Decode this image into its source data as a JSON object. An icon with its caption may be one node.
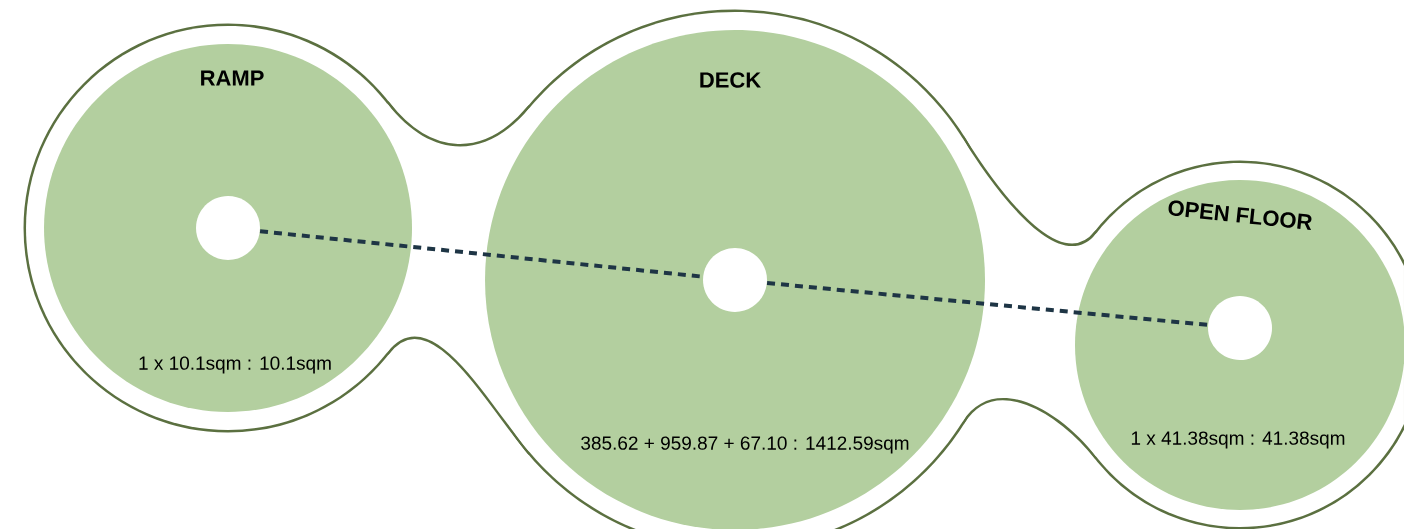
{
  "diagram": {
    "nodes": [
      {
        "text": [
          "RAMP",
          "1 x 10.1sqm : 10.1sqm"
        ]
      },
      {
        "text": [],
        "shape": "circle",
        "in": 0
      },
      {
        "text": [
          "DECK",
          "385.62 + 959.87 + 67.10 : 1412.59sqm"
        ]
      },
      {
        "text": [],
        "shape": "circle",
        "in": 2
      },
      {
        "text": [
          "OPEN FLOOR",
          "1 x 41.38sqm : 41.38sqm"
        ]
      },
      {
        "text": [],
        "shape": "circle",
        "in": 4
      }
    ],
    "edges": [
      {
        "from": 1,
        "to": 3,
        "arrow": "none",
        "style": "dashed"
      },
      {
        "from": 3,
        "to": 5,
        "arrow": "none",
        "style": "dashed"
      }
    ]
  }
}
